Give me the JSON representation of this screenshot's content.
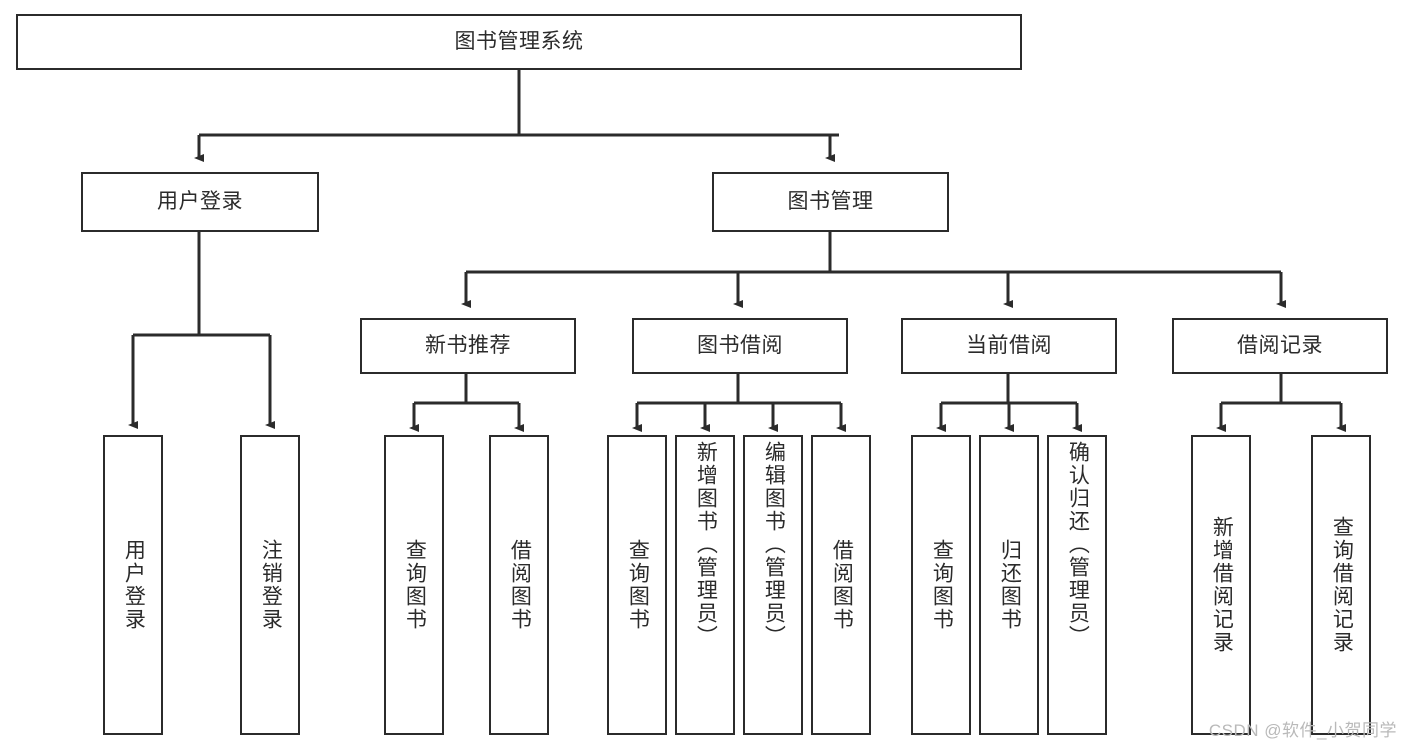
{
  "diagram": {
    "title_node": {
      "label": "图书管理系统"
    },
    "level1": [
      {
        "label": "用户登录"
      },
      {
        "label": "图书管理"
      }
    ],
    "level2": [
      {
        "label": "新书推荐"
      },
      {
        "label": "图书借阅"
      },
      {
        "label": "当前借阅"
      },
      {
        "label": "借阅记录"
      }
    ],
    "leaves": {
      "user_login": [
        {
          "label": "用户登录"
        },
        {
          "label": "注销登录"
        }
      ],
      "new_book_recommend": [
        {
          "label": "查询图书"
        },
        {
          "label": "借阅图书"
        }
      ],
      "book_borrow": [
        {
          "label": "查询图书"
        },
        {
          "label": "新增图书（管理员）"
        },
        {
          "label": "编辑图书（管理员）"
        },
        {
          "label": "借阅图书"
        }
      ],
      "current_borrow": [
        {
          "label": "查询图书"
        },
        {
          "label": "归还图书"
        },
        {
          "label": "确认归还（管理员）"
        }
      ],
      "borrow_record": [
        {
          "label": "新增借阅记录"
        },
        {
          "label": "查询借阅记录"
        }
      ]
    }
  },
  "watermark": {
    "text": "CSDN @软件_小贺同学"
  },
  "colors": {
    "stroke": "#2b2b2b",
    "fill": "#ffffff",
    "text": "#2b2b2b",
    "watermark": "#b9b9b9"
  }
}
